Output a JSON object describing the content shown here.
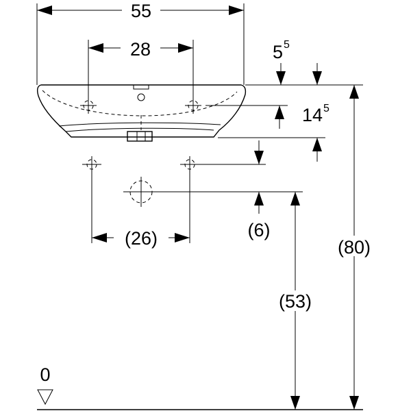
{
  "dimensions": {
    "width_overall": "55",
    "tap_spacing": "28",
    "rim_offset_main": "5",
    "rim_offset_sup": "5",
    "bowl_depth_main": "14",
    "bowl_depth_sup": "5",
    "supply_spacing": "(26)",
    "supply_offset": "(6)",
    "drain_height": "(53)",
    "rim_height": "(80)",
    "floor_level": "0"
  }
}
